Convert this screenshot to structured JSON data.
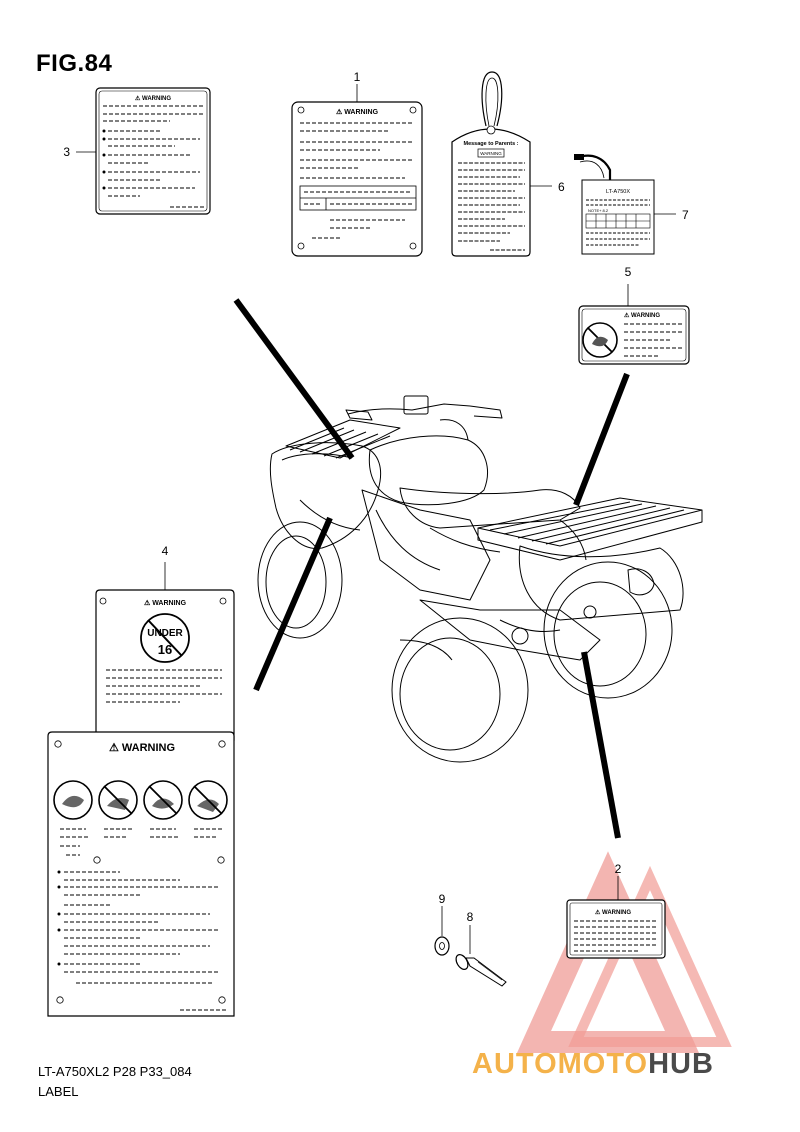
{
  "figure": {
    "title": "FIG.84",
    "code": "LT-A750XL2 P28 P33_084",
    "name": "LABEL"
  },
  "callouts": [
    "1",
    "2",
    "3",
    "4",
    "5",
    "6",
    "7",
    "8",
    "9"
  ],
  "labels": {
    "warning_text": "WARNING",
    "parents_text": "Message to Parents :",
    "model_text": "LT-A750X",
    "under_text": "UNDER",
    "age_text": "16",
    "mark_text": "NOTE+ 8.2"
  },
  "watermark": {
    "part1": "AUTO",
    "part2": "MOTO",
    "part3": "HUB",
    "color_accent": "#f4b24a",
    "color_dark": "#4a4a4a",
    "color_triangle": "#e8483a"
  }
}
